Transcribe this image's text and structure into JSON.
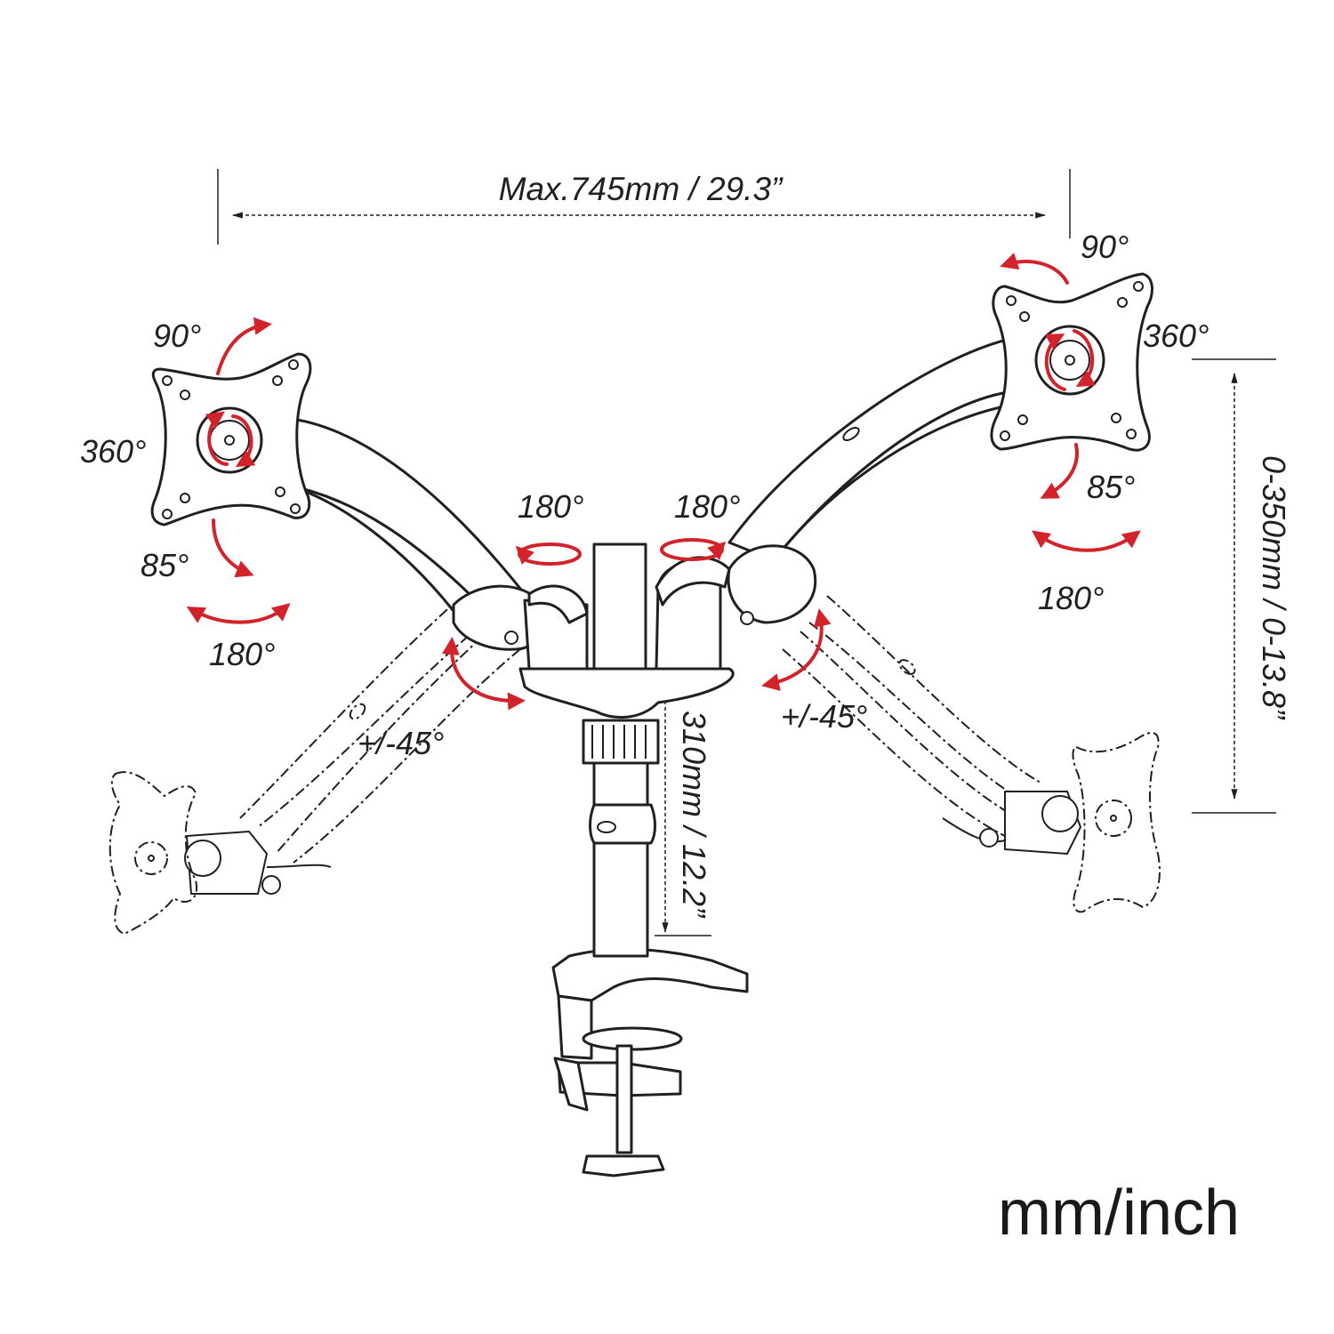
{
  "dimensions": {
    "max_width": "Max.745mm / 29.3”",
    "height_range": "0-350mm / 0-13.8”",
    "pole_height": "310mm / 12.2”"
  },
  "left_monitor": {
    "rotation": "360°",
    "tilt_up": "90°",
    "tilt_down": "85°",
    "swivel": "180°"
  },
  "right_monitor": {
    "rotation": "360°",
    "tilt_up": "90°",
    "tilt_down": "85°",
    "swivel": "180°"
  },
  "base": {
    "left_arm_swivel": "180°",
    "right_arm_swivel": "180°",
    "left_arm_tilt": "+/-45°",
    "right_arm_tilt": "+/-45°"
  },
  "units_label": "mm/inch",
  "colors": {
    "line": "#231f20",
    "arrow": "#d2232a",
    "background": "#ffffff"
  }
}
